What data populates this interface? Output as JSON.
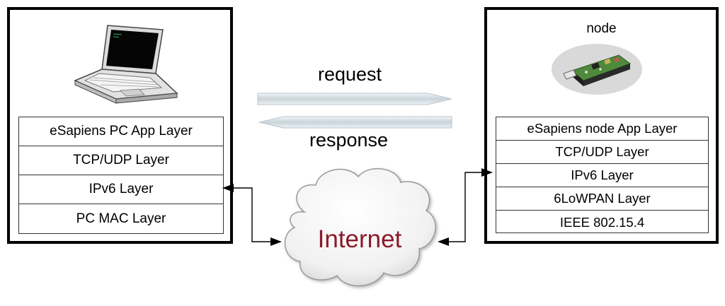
{
  "pc": {
    "icon": "laptop-icon",
    "layers": [
      "eSapiens PC App Layer",
      "TCP/UDP Layer",
      "IPv6 Layer",
      "PC MAC Layer"
    ]
  },
  "node": {
    "title": "node",
    "icon": "sensor-node-board-icon",
    "layers": [
      "eSapiens node App Layer",
      "TCP/UDP Layer",
      "IPv6 Layer",
      "6LoWPAN Layer",
      "IEEE 802.15.4"
    ]
  },
  "flows": {
    "request": "request",
    "response": "response"
  },
  "network": {
    "label": "Internet",
    "label_color": "#8b1a2b",
    "icon": "cloud-icon"
  }
}
